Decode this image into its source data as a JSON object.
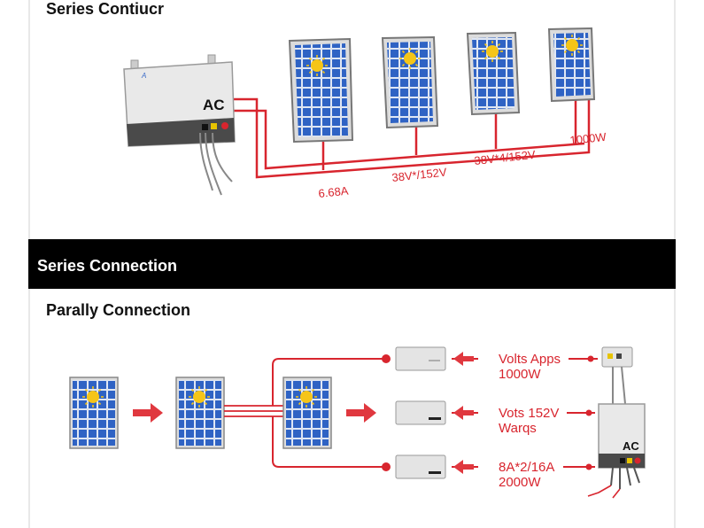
{
  "top_section": {
    "title": "Series Contiucr",
    "inverter_label": "AC",
    "inverter_logo": "A",
    "labels": {
      "current": "6.68A",
      "v1": "38V*/152V",
      "v2": "38V*4/152V",
      "power": "1000W"
    }
  },
  "band": {
    "title": "Series Connection"
  },
  "bottom_section": {
    "title": "Parally Connection",
    "inverter_label": "AC",
    "rows": [
      {
        "line1": "Volts Apps",
        "line2": "1000W"
      },
      {
        "line1": "Vots 152V",
        "line2": "Warqs"
      },
      {
        "line1": "8A*2/16A",
        "line2": "2000W"
      }
    ]
  },
  "colors": {
    "wire": "#d8252e",
    "panel": "#2f63c4",
    "sun": "#f5c518",
    "band": "#000000"
  },
  "icons": [
    "solar-panel-icon",
    "inverter-icon",
    "arrow-right-icon",
    "arrow-left-icon",
    "sun-icon"
  ]
}
